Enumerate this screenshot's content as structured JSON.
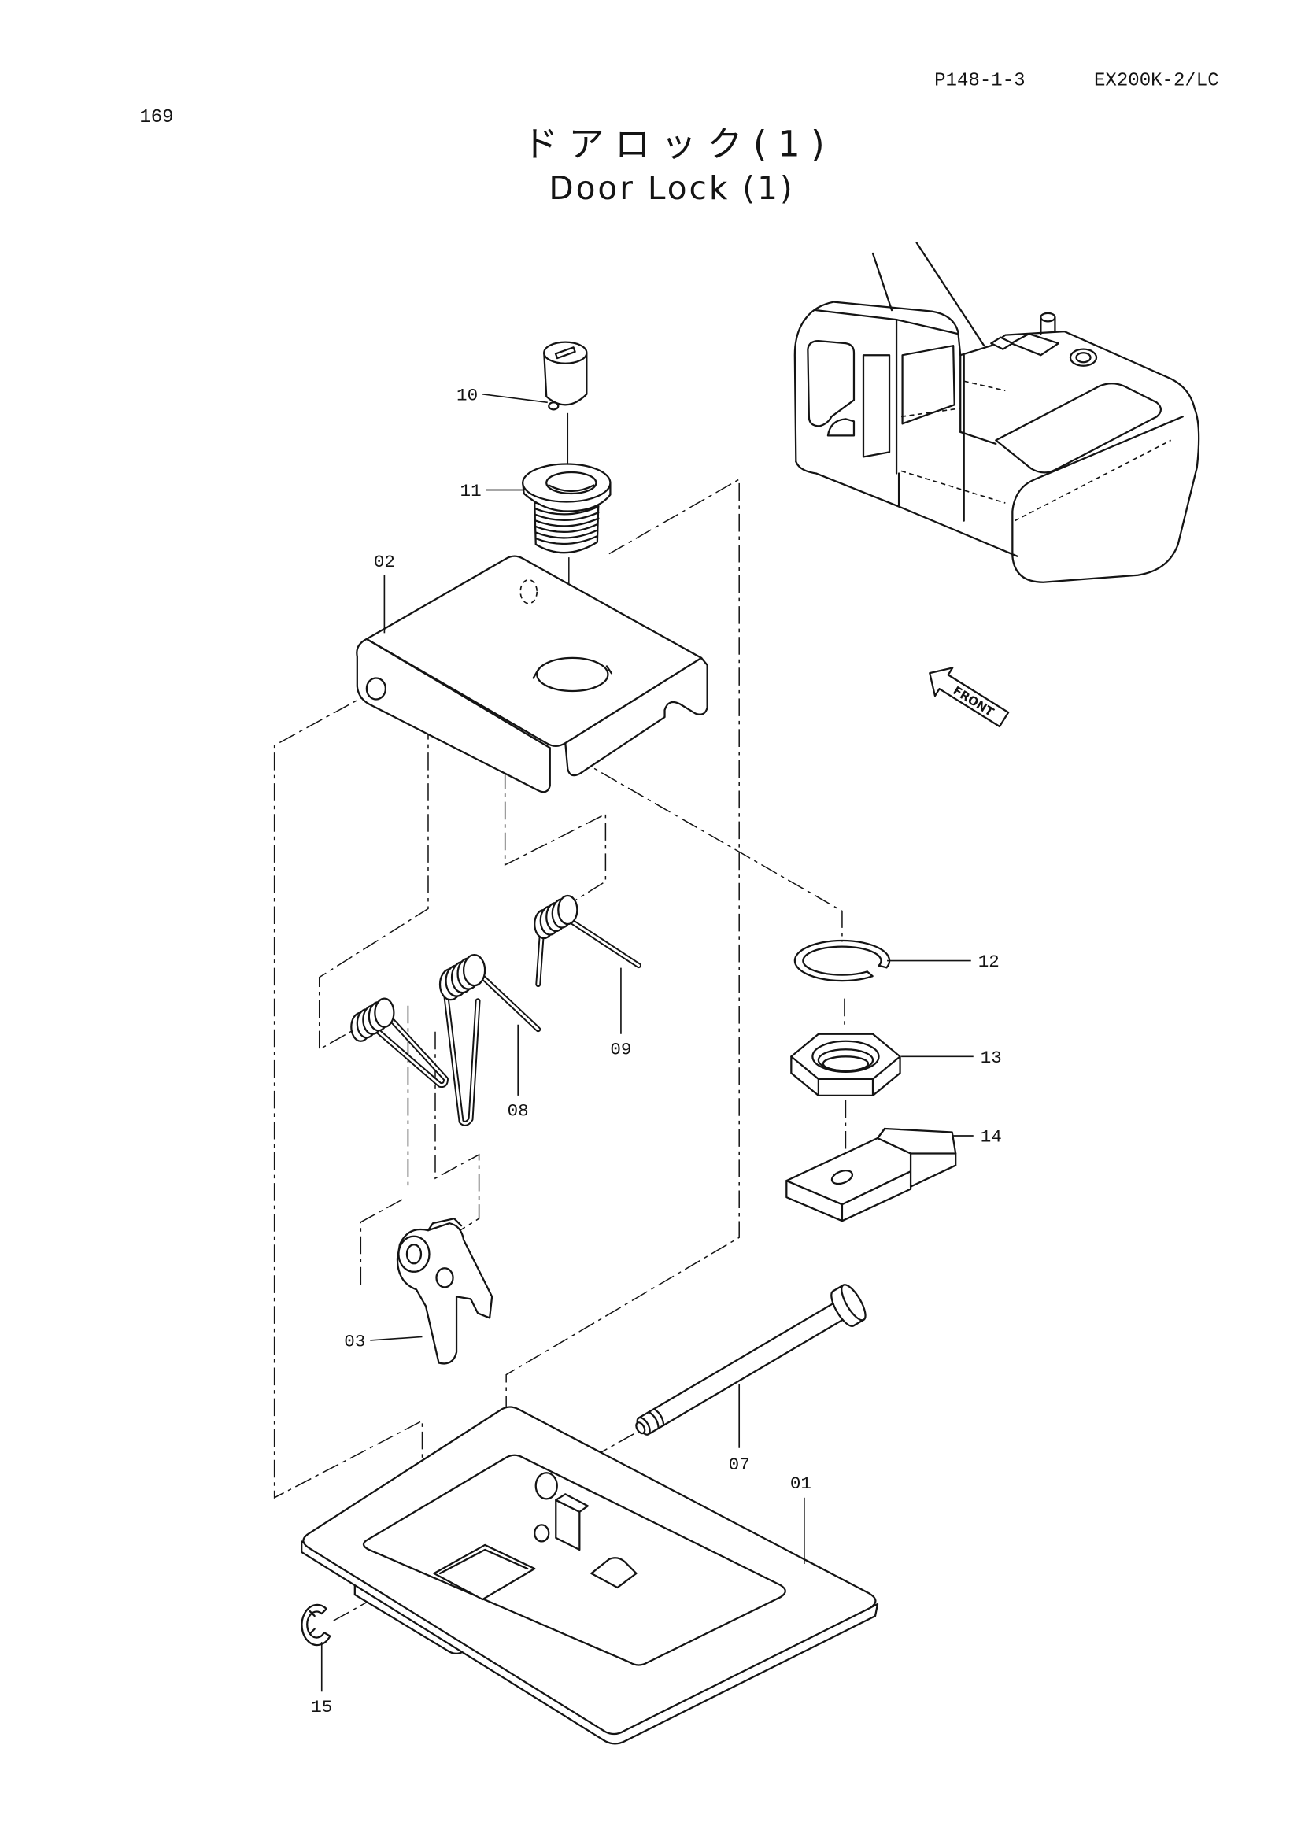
{
  "header": {
    "page_number": "169",
    "ref_code": "P148-1-3",
    "model": "EX200K-2/LC"
  },
  "title": {
    "jp": "ドアロック(1)",
    "en": "Door Lock (1)"
  },
  "front_arrow": {
    "label": "FRONT"
  },
  "part_labels": {
    "p01": "01",
    "p02": "02",
    "p03": "03",
    "p07": "07",
    "p08": "08",
    "p09": "09",
    "p10": "10",
    "p11": "11",
    "p12": "12",
    "p13": "13",
    "p14": "14",
    "p15": "15"
  },
  "colors": {
    "ink": "#141414",
    "paper": "#ffffff"
  }
}
